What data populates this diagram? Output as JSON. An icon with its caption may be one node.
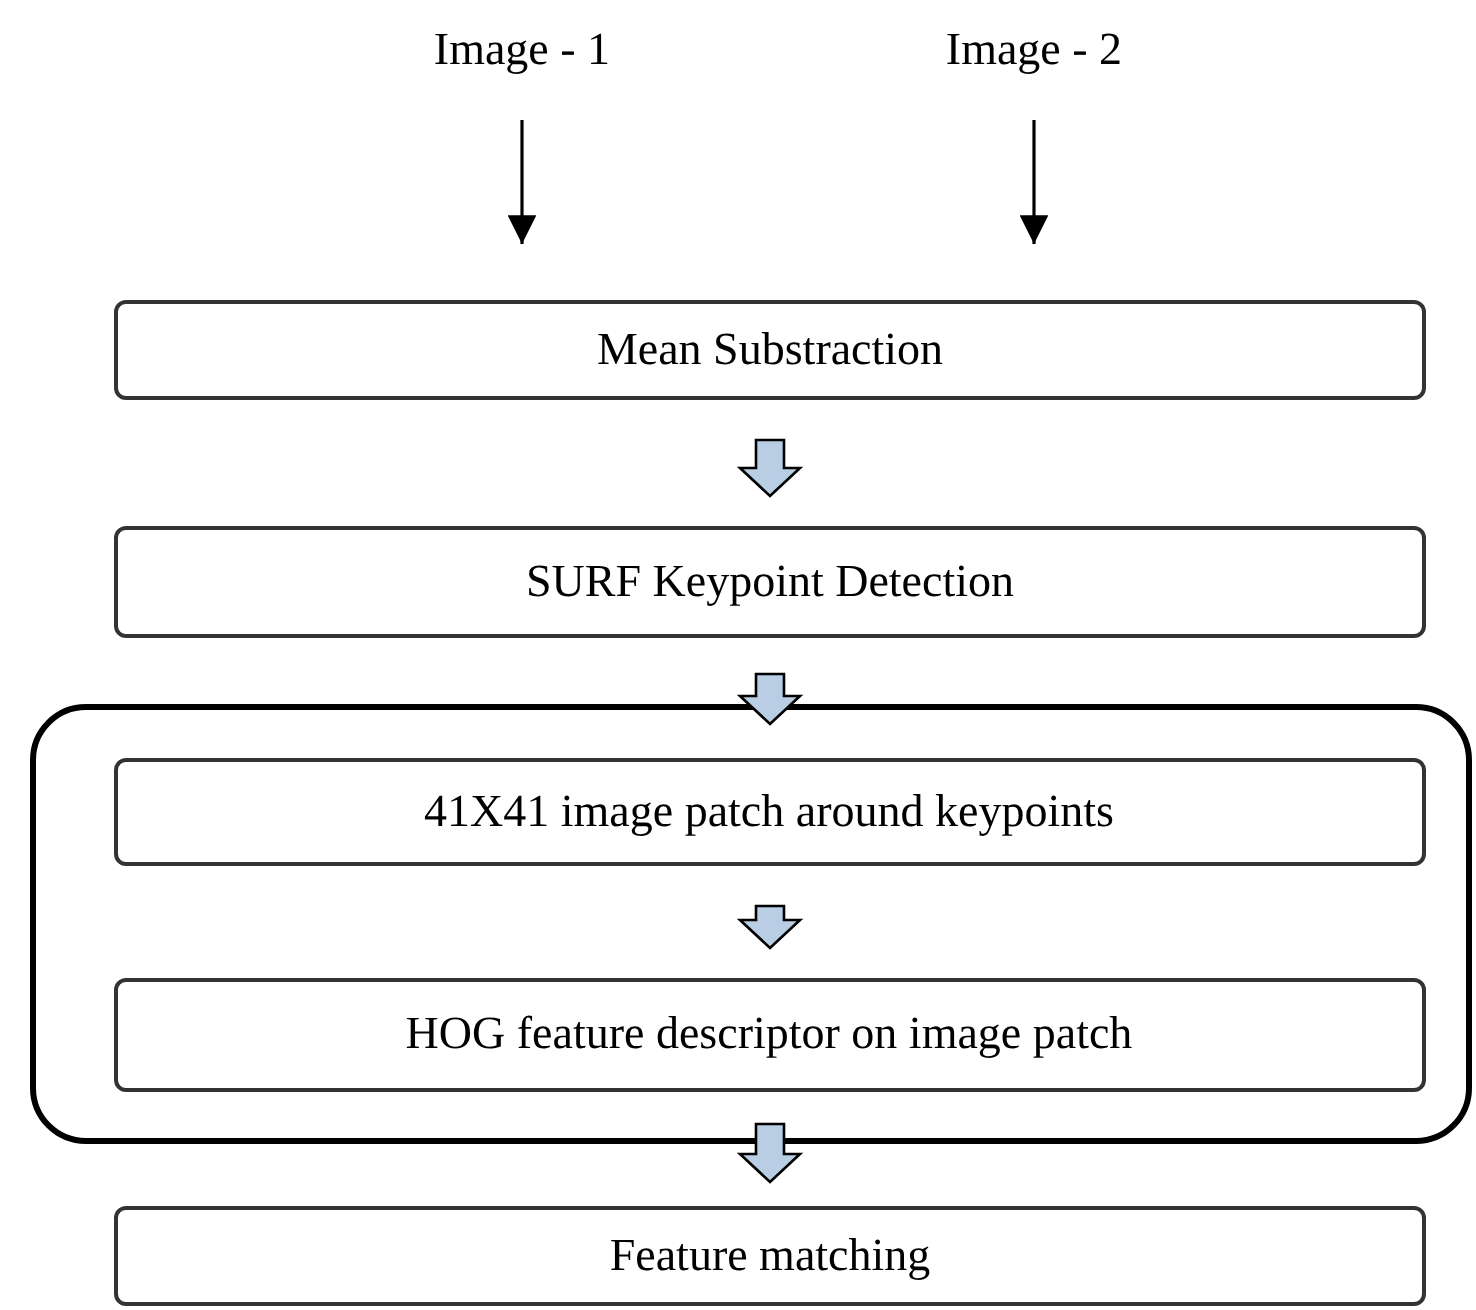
{
  "diagram": {
    "nodes": [
      {
        "text": [
          "Image - 1"
        ]
      },
      {
        "text": [
          "Image - 2"
        ]
      },
      {
        "text": [
          "Mean Substraction"
        ]
      },
      {
        "text": [
          "SURF Keypoint Detection"
        ]
      },
      {
        "text": [],
        "shape": "box"
      },
      {
        "text": [
          "41X41 image patch around keypoints"
        ],
        "in": 4
      },
      {
        "text": [
          "HOG feature descriptor on image patch"
        ],
        "in": 4
      },
      {
        "text": [
          "Feature matching"
        ]
      }
    ],
    "edges": [
      {
        "from": 0,
        "to": 2,
        "arrow": "to"
      },
      {
        "from": 1,
        "to": 2,
        "arrow": "to"
      },
      {
        "from": 2,
        "to": 3,
        "arrow": "to",
        "style": "thick",
        "color": "#b9cde5"
      },
      {
        "from": 3,
        "to": 5,
        "arrow": "to",
        "style": "thick",
        "color": "#b9cde5"
      },
      {
        "from": 5,
        "to": 6,
        "arrow": "to",
        "style": "thick",
        "color": "#b9cde5"
      },
      {
        "from": 6,
        "to": 7,
        "arrow": "to",
        "style": "thick",
        "color": "#b9cde5"
      }
    ]
  }
}
